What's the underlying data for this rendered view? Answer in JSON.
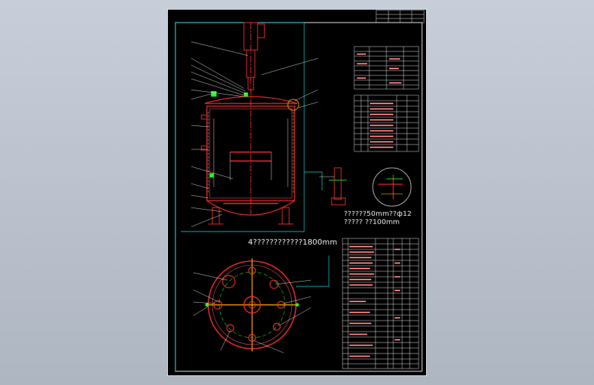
{
  "drawing": {
    "note_top": "4????????????1800mm",
    "note_right_1": "??????50mm??ф12",
    "note_right_2": "?????  ??100mm"
  },
  "colors": {
    "background": "#b8c0cc",
    "sheet": "#000000",
    "frame": "#ffffff",
    "vessel": "#ff2a2a",
    "guide": "#00ffff",
    "highlight": "#22ff22",
    "callout": "#ffffff"
  }
}
